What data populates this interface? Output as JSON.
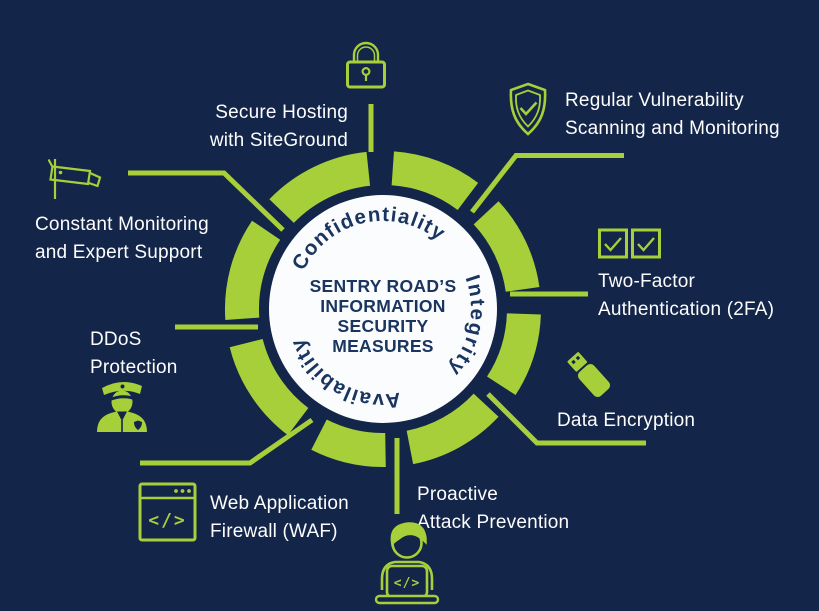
{
  "colors": {
    "background": "#132549",
    "accent_green": "#a6cf3a",
    "center_circle_fill": "#fbfcfd",
    "navy_text": "#1a3560",
    "white_text": "#fdfdfd"
  },
  "center": {
    "lines": [
      "SENTRY ROAD’S",
      "INFORMATION",
      "SECURITY",
      "MEASURES"
    ]
  },
  "ring": {
    "confidentiality": "Confidentiality",
    "integrity": "Integrity",
    "availability": "Availability"
  },
  "items": [
    {
      "id": "secure-hosting",
      "icon": "padlock-icon",
      "line1": "Secure Hosting",
      "line2": "with SiteGround"
    },
    {
      "id": "vulnerability-scanning",
      "icon": "shield-check-icon",
      "line1": "Regular Vulnerability",
      "line2": "Scanning and Monitoring"
    },
    {
      "id": "two-factor-authentication",
      "icon": "double-checkbox-icon",
      "line1": "Two-Factor",
      "line2": "Authentication (2FA)"
    },
    {
      "id": "data-encryption",
      "icon": "usb-drive-icon",
      "line1": "Data Encryption"
    },
    {
      "id": "proactive-attack-prevention",
      "icon": "hacker-laptop-icon",
      "line1": "Proactive",
      "line2": "Attack Prevention"
    },
    {
      "id": "web-application-firewall",
      "icon": "code-window-icon",
      "line1": "Web Application",
      "line2": "Firewall (WAF)"
    },
    {
      "id": "ddos-protection",
      "icon": "police-officer-icon",
      "line1": "DDoS",
      "line2": "Protection"
    },
    {
      "id": "constant-monitoring",
      "icon": "cctv-camera-icon",
      "line1": "Constant Monitoring",
      "line2": "and Expert Support"
    }
  ],
  "glyphs": {
    "code": "</>"
  }
}
